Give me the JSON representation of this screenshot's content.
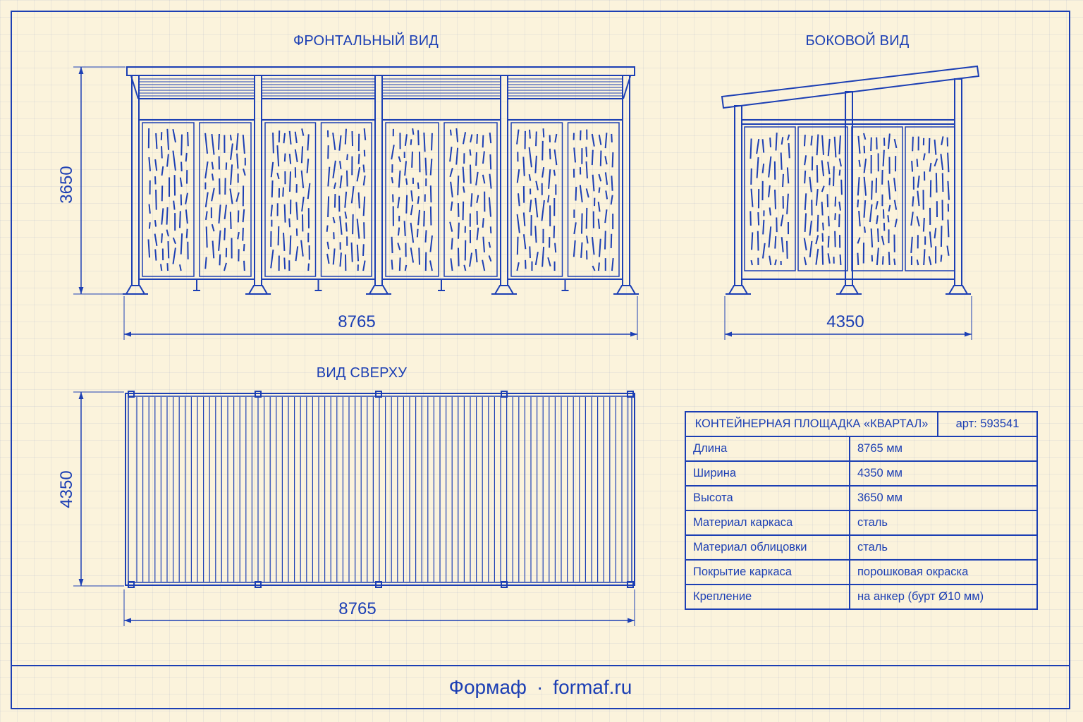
{
  "views": {
    "front": {
      "title": "ФРОНТАЛЬНЫЙ ВИД",
      "height_dim": "3650",
      "length_dim": "8765"
    },
    "side": {
      "title": "БОКОВОЙ ВИД",
      "width_dim": "4350"
    },
    "top": {
      "title": "ВИД СВЕРХУ",
      "width_dim": "4350",
      "length_dim": "8765"
    }
  },
  "spec_table": {
    "title": "КОНТЕЙНЕРНАЯ ПЛОЩАДКА «КВАРТАЛ»",
    "article": "арт: 593541",
    "rows": [
      {
        "label": "Длина",
        "value": "8765 мм"
      },
      {
        "label": "Ширина",
        "value": "4350 мм"
      },
      {
        "label": "Высота",
        "value": "3650 мм"
      },
      {
        "label": "Материал каркаса",
        "value": "сталь"
      },
      {
        "label": "Материал облицовки",
        "value": "сталь"
      },
      {
        "label": "Покрытие каркаса",
        "value": "порошковая окраска"
      },
      {
        "label": "Крепление",
        "value": "на анкер (бурт Ø10 мм)"
      }
    ]
  },
  "footer": {
    "brand": "Формаф",
    "separator": "·",
    "site": "formaf.ru"
  },
  "colors": {
    "ink": "#1c3fb4",
    "paper": "#fbf3dc"
  }
}
